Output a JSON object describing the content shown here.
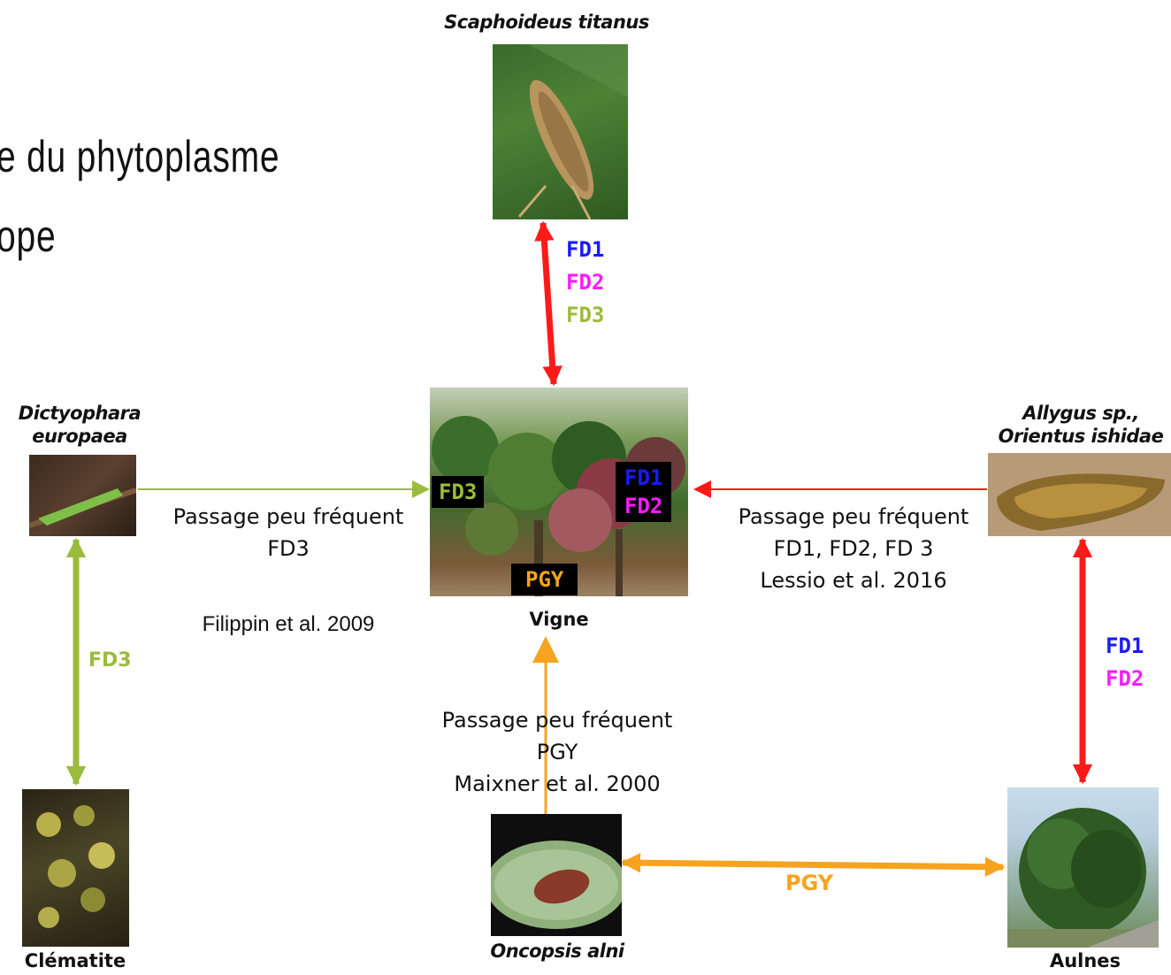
{
  "title": {
    "line1": "e du phytoplasme",
    "line2": "ope"
  },
  "nodes": {
    "scaphoideus": {
      "label": "Scaphoideus titanus",
      "icon": "leafhopper-photo"
    },
    "vigne": {
      "label": "Vigne",
      "icon": "vineyard-photo"
    },
    "dictyophara": {
      "label_line1": "Dictyophara",
      "label_line2": "europaea",
      "icon": "planthopper-photo"
    },
    "clematite": {
      "label": "Clématite",
      "icon": "clematis-photo"
    },
    "allygus": {
      "label_line1": "Allygus sp.,",
      "label_line2": "Orientus ishidae",
      "icon": "leafhopper-photo"
    },
    "aulnes": {
      "label": "Aulnes",
      "icon": "alder-tree-photo"
    },
    "oncopsis": {
      "label": "Oncopsis alni",
      "icon": "leafhopper-photo"
    }
  },
  "vigne_badges": {
    "left": "FD3",
    "right_line1": "FD1",
    "right_line2": "FD2",
    "bottom": "PGY"
  },
  "edge_labels": {
    "scaphoideus_vigne": [
      "FD1",
      "FD2",
      "FD3"
    ],
    "dictyophara_clematite": "FD3",
    "allygus_aulnes": [
      "FD1",
      "FD2"
    ],
    "oncopsis_aulnes": "PGY"
  },
  "passages": {
    "left": {
      "line1": "Passage peu fréquent",
      "line2": "FD3",
      "citation": "Filippin et al. 2009"
    },
    "right": {
      "line1": "Passage peu fréquent",
      "line2": "FD1, FD2, FD 3",
      "line3": "Lessio et al. 2016"
    },
    "bottom": {
      "line1": "Passage peu fréquent",
      "line2": "PGY",
      "line3": "Maixner et al. 2000"
    }
  },
  "colors": {
    "FD1": "#1a1aff",
    "FD2": "#ff1aff",
    "FD3": "#9bbb3c",
    "PGY": "#f6a31f",
    "red_arrow": "#ff1a1a",
    "green_arrow": "#9bbb3c",
    "orange_arrow": "#f6a31f"
  }
}
